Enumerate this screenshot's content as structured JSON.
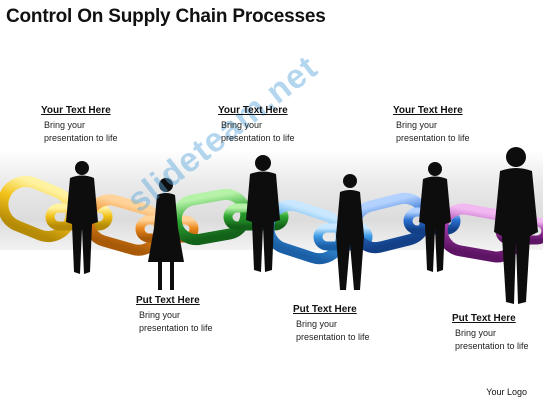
{
  "title": "Control On Supply Chain Processes",
  "labels": [
    {
      "heading": "Your Text Here",
      "line1": "Bring your",
      "line2": "presentation to life"
    },
    {
      "heading": "Put Text Here",
      "line1": "Bring your",
      "line2": "presentation to life"
    },
    {
      "heading": "Your Text Here",
      "line1": "Bring your",
      "line2": "presentation to life"
    },
    {
      "heading": "Put Text Here",
      "line1": "Bring your",
      "line2": "presentation to life"
    },
    {
      "heading": "Your Text Here",
      "line1": "Bring your",
      "line2": "presentation to life"
    },
    {
      "heading": "Put Text Here",
      "line1": "Bring your",
      "line2": "presentation to life"
    }
  ],
  "logo": "Your Logo",
  "watermark": "slideteam.net",
  "colors": {
    "link_gold": "#f2c21a",
    "link_orange": "#ee8a1e",
    "link_green": "#2fa832",
    "link_lightblue": "#3d9be6",
    "link_blue": "#2a6fd0",
    "link_purple": "#a23aa8",
    "silhouette": "#0d0d0d"
  }
}
